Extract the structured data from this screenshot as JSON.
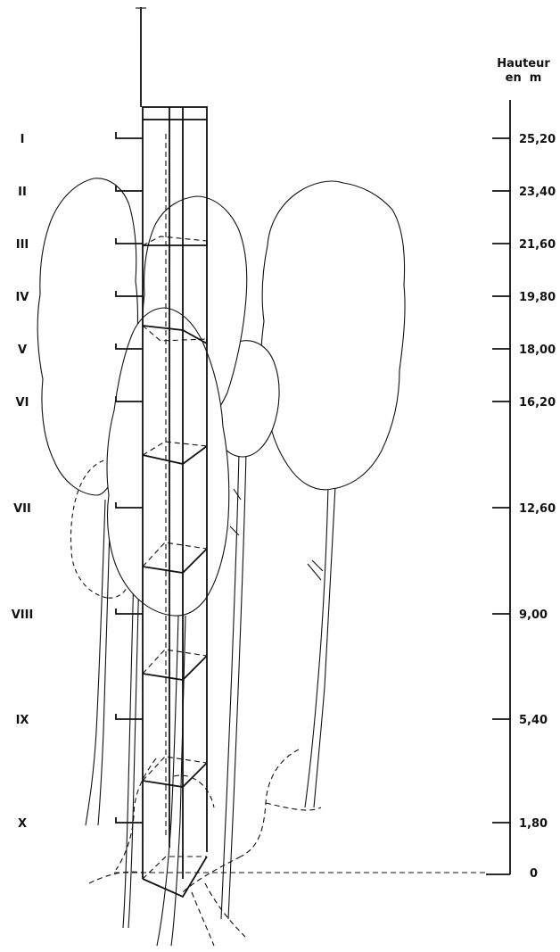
{
  "axis": {
    "title_line1": "Hauteur",
    "title_line2": "en  m"
  },
  "levels": [
    {
      "roman": "I",
      "height": "25,20"
    },
    {
      "roman": "II",
      "height": "23,40"
    },
    {
      "roman": "III",
      "height": "21,60"
    },
    {
      "roman": "IV",
      "height": "19,80"
    },
    {
      "roman": "V",
      "height": "18,00"
    },
    {
      "roman": "VI",
      "height": "16,20"
    },
    {
      "roman": "VII",
      "height": "12,60"
    },
    {
      "roman": "VIII",
      "height": "9,00"
    },
    {
      "roman": "IX",
      "height": "5,40"
    },
    {
      "roman": "X",
      "height": "1,80"
    }
  ],
  "ground_label": "0"
}
